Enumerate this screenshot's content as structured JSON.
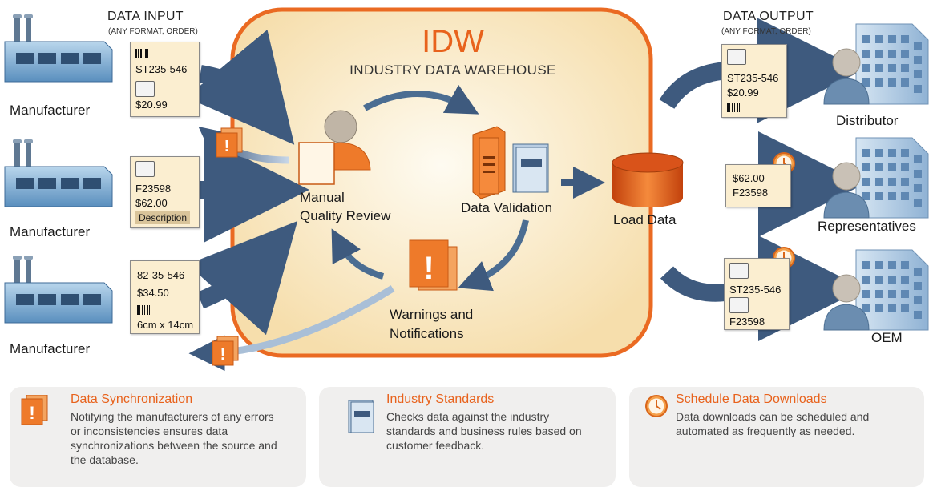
{
  "input": {
    "title": "DATA INPUT",
    "subtitle": "(ANY FORMAT, ORDER)",
    "manufacturers": [
      "Manufacturer",
      "Manufacturer",
      "Manufacturer"
    ],
    "card1": {
      "code": "ST235-546",
      "price": "$20.99"
    },
    "card2": {
      "code": "F23598",
      "price": "$62.00",
      "desc": "Description"
    },
    "card3": {
      "code": "82-35-546",
      "price": "$34.50",
      "size": "6cm x 14cm"
    }
  },
  "output": {
    "title": "DATA OUTPUT",
    "subtitle": "(ANY FORMAT, ORDER)",
    "recipients": [
      "Distributor",
      "Representatives",
      "OEM"
    ],
    "card1": {
      "code": "ST235-546",
      "price": "$20.99"
    },
    "card2": {
      "price": "$62.00",
      "code": "F23598"
    },
    "card3": {
      "code": "ST235-546",
      "code2": "F23598"
    }
  },
  "warehouse": {
    "title": "IDW",
    "subtitle": "INDUSTRY DATA WAREHOUSE",
    "steps": {
      "review_line1": "Manual",
      "review_line2": "Quality Review",
      "validation": "Data Validation",
      "load": "Load Data",
      "warnings_line1": "Warnings and",
      "warnings_line2": "Notifications"
    }
  },
  "panels": [
    {
      "title": "Data Synchronization",
      "body": "Notifying the manufacturers of any errors or inconsistencies ensures data synchronizations between the source and the database.",
      "icon": "warning-icon"
    },
    {
      "title": "Industry Standards",
      "body": "Checks data against the industry standards and business rules based on customer feedback.",
      "icon": "book-icon"
    },
    {
      "title": "Schedule Data Downloads",
      "body": "Data downloads can be scheduled and automated as frequently as needed.",
      "icon": "clock-icon"
    }
  ],
  "colors": {
    "accent": "#e8621c",
    "arrow": "#3e5a7e",
    "card": "#fbeed0",
    "panel": "#f0efee"
  }
}
